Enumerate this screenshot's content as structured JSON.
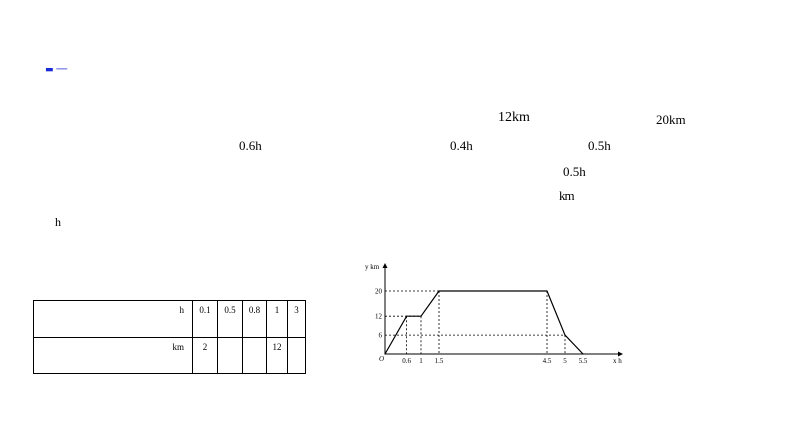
{
  "header": {
    "logo_text": "▬ ──"
  },
  "problem": {
    "distance_12": "12km",
    "distance_20": "20km",
    "time_06": "0.6h",
    "time_04": "0.4h",
    "time_05a": "0.5h",
    "time_05b": "0.5h",
    "unit_km": "km",
    "unit_h": "h"
  },
  "table": {
    "row1_label": "h",
    "row2_label": "km",
    "times": [
      "0.1",
      "0.5",
      "0.8",
      "1",
      "3"
    ],
    "distances": [
      "2",
      "",
      "",
      "12",
      ""
    ]
  },
  "chart_data": {
    "type": "line",
    "x": [
      0,
      0.6,
      1,
      1.5,
      4.5,
      5,
      5.5
    ],
    "y": [
      0,
      12,
      12,
      20,
      20,
      6,
      0
    ],
    "xlabel": "x  h",
    "ylabel": "y  km",
    "x_ticks": [
      "0.6",
      "1",
      "1.5",
      "4.5",
      "5",
      "5.5"
    ],
    "y_ticks": [
      "6",
      "12",
      "20"
    ],
    "origin_label": "O",
    "guides": "dashed"
  }
}
